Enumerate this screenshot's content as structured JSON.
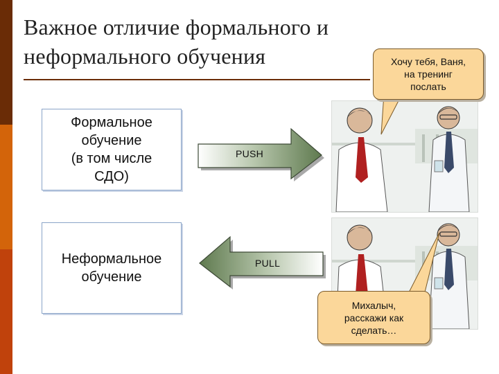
{
  "slide": {
    "title_line1": "Важное отличие формального и",
    "title_line2": "неформального обучения"
  },
  "boxes": [
    {
      "line1": "Формальное",
      "line2": "обучение",
      "line3": "(в том числе",
      "line4": "СДО)"
    },
    {
      "line1": "Неформальное",
      "line2": "обучение"
    }
  ],
  "arrows": {
    "push_label": "PUSH",
    "pull_label": "PULL"
  },
  "bubbles": {
    "top": {
      "line1": "Хочу тебя, Ваня,",
      "line2": "на тренинг",
      "line3": "послать"
    },
    "bottom": {
      "line1": "Михалыч,",
      "line2": "расскажи как",
      "line3": "сделать…"
    }
  },
  "colors": {
    "bar_dark": "#6a2c06",
    "bar_orange": "#d3640a",
    "bar_red": "#c0420c",
    "bubble_fill": "#fbd79a",
    "arrow_fill": "#6e8a5c"
  },
  "images": [
    "two-men-talking-photo",
    "two-men-talking-photo"
  ]
}
